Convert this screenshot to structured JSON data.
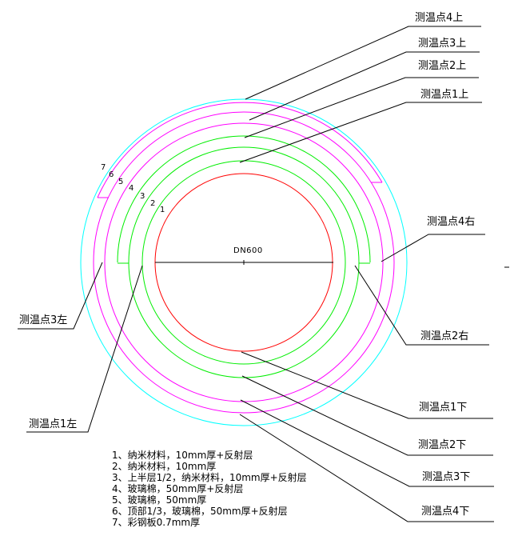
{
  "drawing": {
    "pipe_label": "DN600",
    "colors": {
      "shell": "#00ffff",
      "glasswool": "#ff00ff",
      "nano": "#00ee00",
      "pipe": "#ff0000",
      "line": "#000000"
    },
    "callouts": {
      "top4": "测温点4上",
      "top3": "测温点3上",
      "top2": "测温点2上",
      "top1": "测温点1上",
      "right4": "测温点4右",
      "right2": "测温点2右",
      "bottom1": "测温点1下",
      "bottom2": "测温点2下",
      "bottom3": "测温点3下",
      "bottom4": "测温点4下",
      "left3": "测温点3左",
      "left1": "测温点1左"
    },
    "layer_numbers": [
      "1",
      "2",
      "3",
      "4",
      "5",
      "6",
      "7"
    ],
    "legend": {
      "items": [
        "1、纳米材料，10mm厚+反射层",
        "2、纳米材料，10mm厚",
        "3、上半层1/2，纳米材料，10mm厚+反射层",
        "4、玻璃棉，50mm厚+反射层",
        "5、玻璃棉，50mm厚",
        "6、顶部1/3，玻璃棉，50mm厚+反射层",
        "7、彩钢板0.7mm厚"
      ]
    }
  }
}
